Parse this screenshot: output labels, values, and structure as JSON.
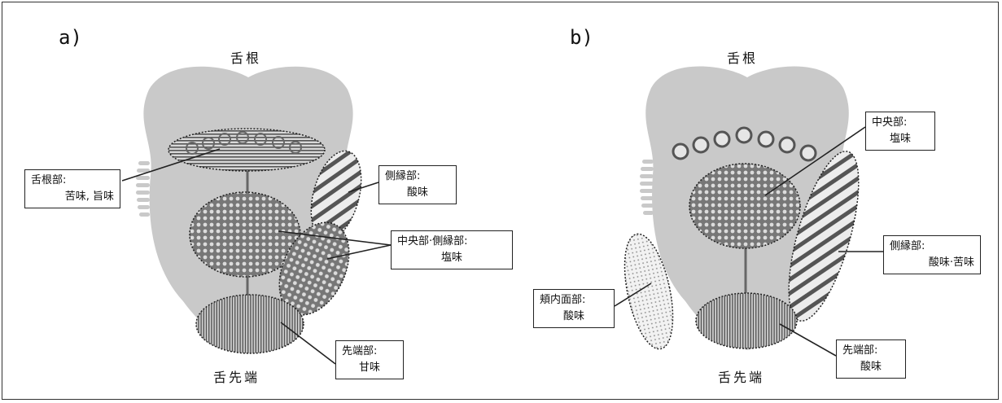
{
  "panels": [
    {
      "label": "a)",
      "top_caption": "舌根",
      "bottom_caption": "舌先端",
      "callouts": [
        {
          "title": "舌根部:",
          "taste": "苦味, 旨味"
        },
        {
          "title": "側縁部:",
          "taste": "酸味"
        },
        {
          "title": "中央部·側縁部:",
          "taste": "塩味"
        },
        {
          "title": "先端部:",
          "taste": "甘味"
        }
      ]
    },
    {
      "label": "b)",
      "top_caption": "舌根",
      "bottom_caption": "舌先端",
      "callouts": [
        {
          "title": "中央部:",
          "taste": "塩味"
        },
        {
          "title": "側縁部:",
          "taste": "酸味·苦味"
        },
        {
          "title": "頬内面部:",
          "taste": "酸味"
        },
        {
          "title": "先端部:",
          "taste": "酸味"
        }
      ]
    }
  ],
  "colors": {
    "tongue": "#c9c9c9",
    "stripe": "#555555",
    "outline": "#222222"
  }
}
